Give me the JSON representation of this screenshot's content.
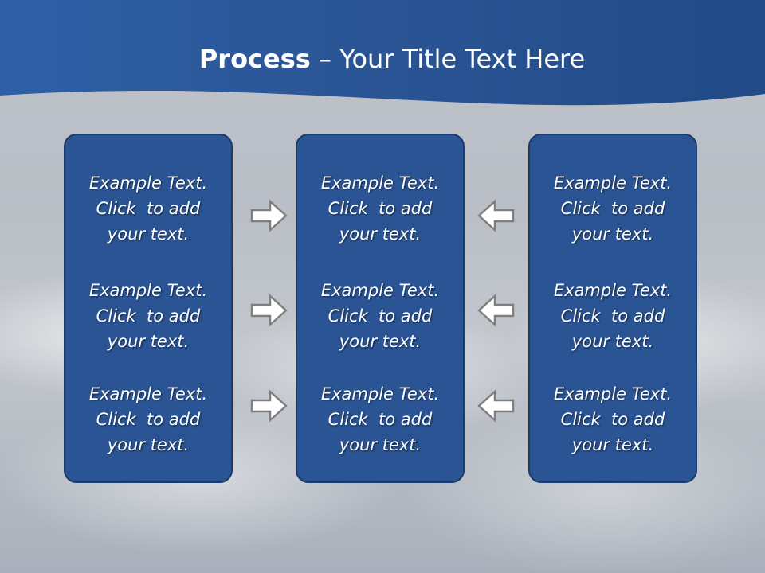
{
  "slide": {
    "title_bold": "Process",
    "title_rest": " – Your Title Text Here"
  },
  "colors": {
    "banner": "#2a5494",
    "box_fill": "#2a5494",
    "box_border": "#1c3a6a",
    "arrow_fill": "#ffffff",
    "arrow_stroke": "#7f7f7f"
  },
  "columns": [
    {
      "items": [
        {
          "line1": "Example Text.",
          "line2": "Click  to add",
          "line3": "your text."
        },
        {
          "line1": "Example Text.",
          "line2": "Click  to add",
          "line3": "your text."
        },
        {
          "line1": "Example Text.",
          "line2": "Click  to add",
          "line3": "your text."
        }
      ]
    },
    {
      "items": [
        {
          "line1": "Example Text.",
          "line2": "Click  to add",
          "line3": "your text."
        },
        {
          "line1": "Example Text.",
          "line2": "Click  to add",
          "line3": "your text."
        },
        {
          "line1": "Example Text.",
          "line2": "Click  to add",
          "line3": "your text."
        }
      ]
    },
    {
      "items": [
        {
          "line1": "Example Text.",
          "line2": "Click  to add",
          "line3": "your text."
        },
        {
          "line1": "Example Text.",
          "line2": "Click  to add",
          "line3": "your text."
        },
        {
          "line1": "Example Text.",
          "line2": "Click  to add",
          "line3": "your text."
        }
      ]
    }
  ],
  "arrows": {
    "left_group": "right-arrow-icon",
    "right_group": "left-arrow-icon"
  }
}
